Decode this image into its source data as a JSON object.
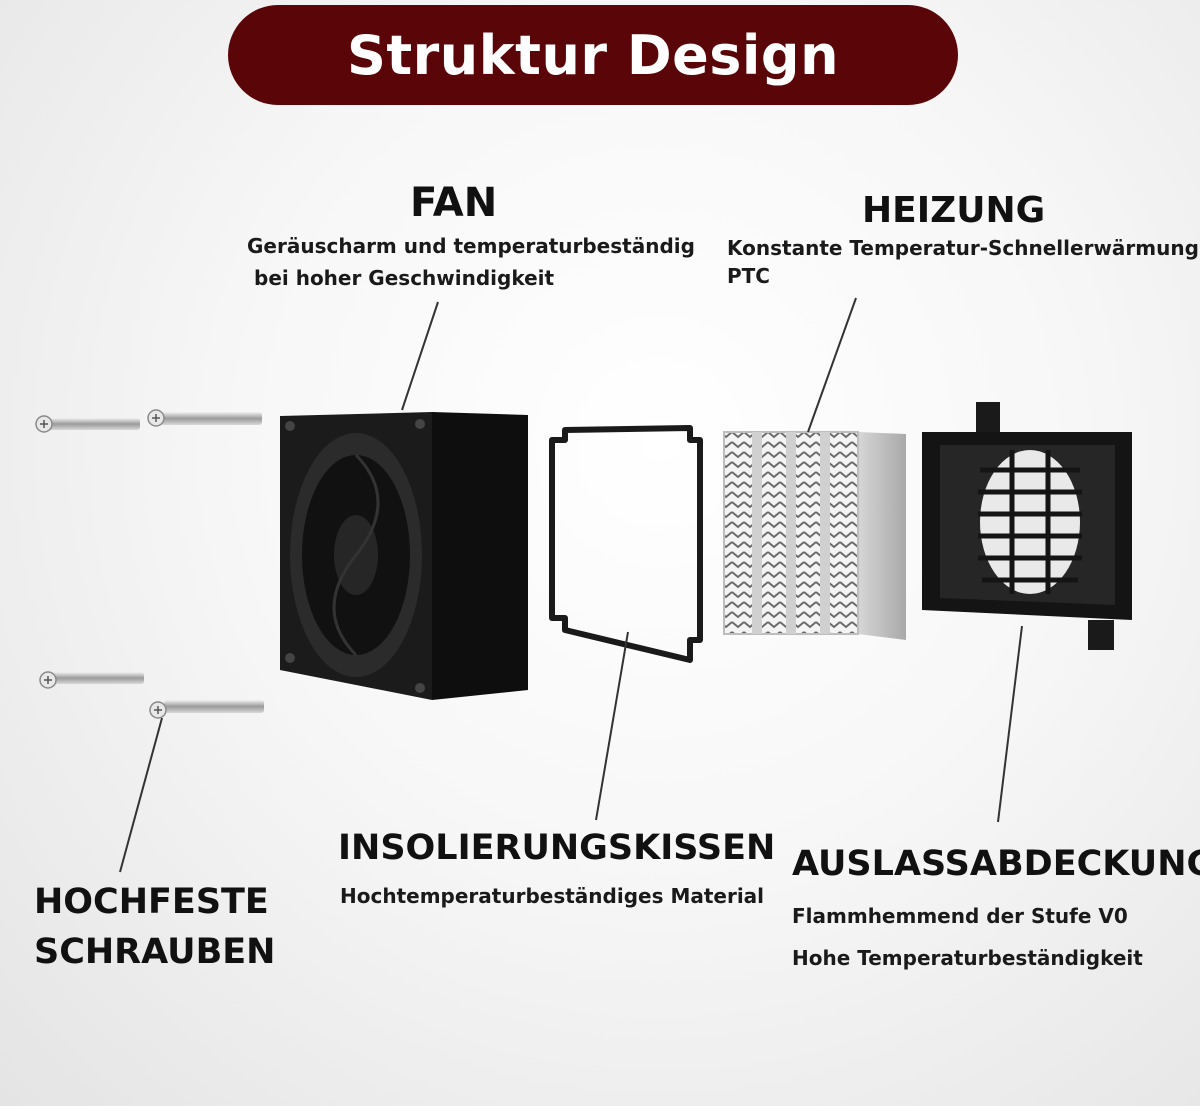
{
  "title": "Struktur Design",
  "components": {
    "fan": {
      "heading": "FAN",
      "line1": "Geräuscharm und temperaturbeständig",
      "line2": "bei hoher Geschwindigkeit"
    },
    "heater": {
      "heading": "HEIZUNG",
      "line1": "Konstante Temperatur-Schnellerwärmung",
      "line2": "PTC"
    },
    "insulation": {
      "heading": "INSOLIERUNGSKISSEN",
      "line1": "Hochtemperaturbeständiges Material"
    },
    "cover": {
      "heading": "AUSLASSABDECKUNG",
      "line1": "Flammhemmend der Stufe V0",
      "line2": "Hohe Temperaturbeständigkeit"
    },
    "screws": {
      "line1": "HOCHFESTE",
      "line2": "SCHRAUBEN"
    }
  },
  "colors": {
    "title_bg": "#5a0508",
    "title_text": "#ffffff",
    "part_black": "#151515",
    "heater_metal": "#c9c9c9"
  }
}
